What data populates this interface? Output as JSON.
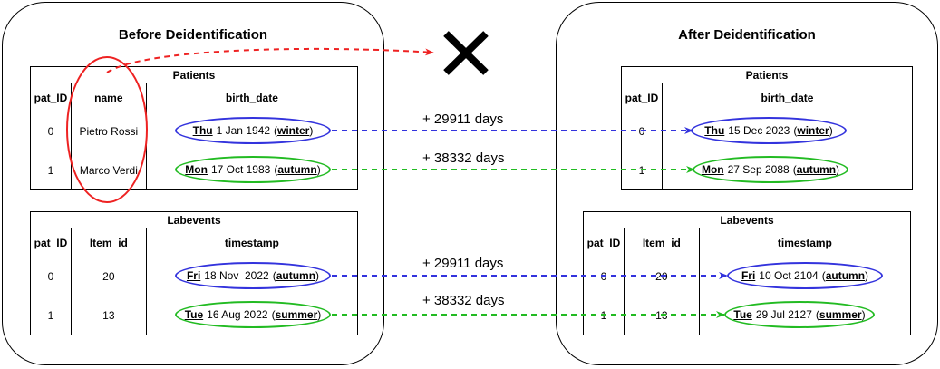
{
  "left": {
    "title": "Before Deidentification",
    "patients": {
      "caption": "Patients",
      "headers": [
        "pat_ID",
        "name",
        "birth_date"
      ],
      "rows": [
        {
          "pat_id": "0",
          "name": "Pietro Rossi"
        },
        {
          "pat_id": "1",
          "name": "Marco Verdi"
        }
      ],
      "dates": [
        {
          "dow": "Thu",
          "date": "1 Jan 1942",
          "open": "(",
          "season": "winter",
          "close": ")"
        },
        {
          "dow": "Mon",
          "date": "17 Oct 1983",
          "open": "(",
          "season": "autumn",
          "close": ")"
        }
      ]
    },
    "labevents": {
      "caption": "Labevents",
      "headers": [
        "pat_ID",
        "Item_id",
        "timestamp"
      ],
      "rows": [
        {
          "pat_id": "0",
          "item_id": "20"
        },
        {
          "pat_id": "1",
          "item_id": "13"
        }
      ],
      "dates": [
        {
          "dow": "Fri",
          "date": "18 Nov  2022",
          "open": "(",
          "season": "autumn",
          "close": ")"
        },
        {
          "dow": "Tue",
          "date": "16 Aug 2022",
          "open": "(",
          "season": "summer",
          "close": ")"
        }
      ]
    }
  },
  "right": {
    "title": "After Deidentification",
    "patients": {
      "caption": "Patients",
      "headers": [
        "pat_ID",
        "birth_date"
      ],
      "rows": [
        {
          "pat_id": "0"
        },
        {
          "pat_id": "1"
        }
      ],
      "dates": [
        {
          "dow": "Thu",
          "date": "15 Dec 2023",
          "open": "(",
          "season": "winter",
          "close": ")"
        },
        {
          "dow": "Mon",
          "date": "27 Sep 2088",
          "open": "(",
          "season": "autumn",
          "close": ")"
        }
      ]
    },
    "labevents": {
      "caption": "Labevents",
      "headers": [
        "pat_ID",
        "Item_id",
        "timestamp"
      ],
      "rows": [
        {
          "pat_id": "0",
          "item_id": "20"
        },
        {
          "pat_id": "1",
          "item_id": "13"
        }
      ],
      "dates": [
        {
          "dow": "Fri",
          "date": "10 Oct 2104",
          "open": "(",
          "season": "autumn",
          "close": ")"
        },
        {
          "dow": "Tue",
          "date": "29 Jul 2127",
          "open": "(",
          "season": "summer",
          "close": ")"
        }
      ]
    }
  },
  "shifts": {
    "patient_0": "+ 29911 days",
    "patient_1": "+ 38332 days",
    "lab_0": "+ 29911 days",
    "lab_1": "+ 38332 days"
  },
  "colors": {
    "blue": "#3333dd",
    "green": "#22bb22",
    "red": "#ee2222"
  },
  "icons": {
    "removed": "x-cross-icon"
  }
}
